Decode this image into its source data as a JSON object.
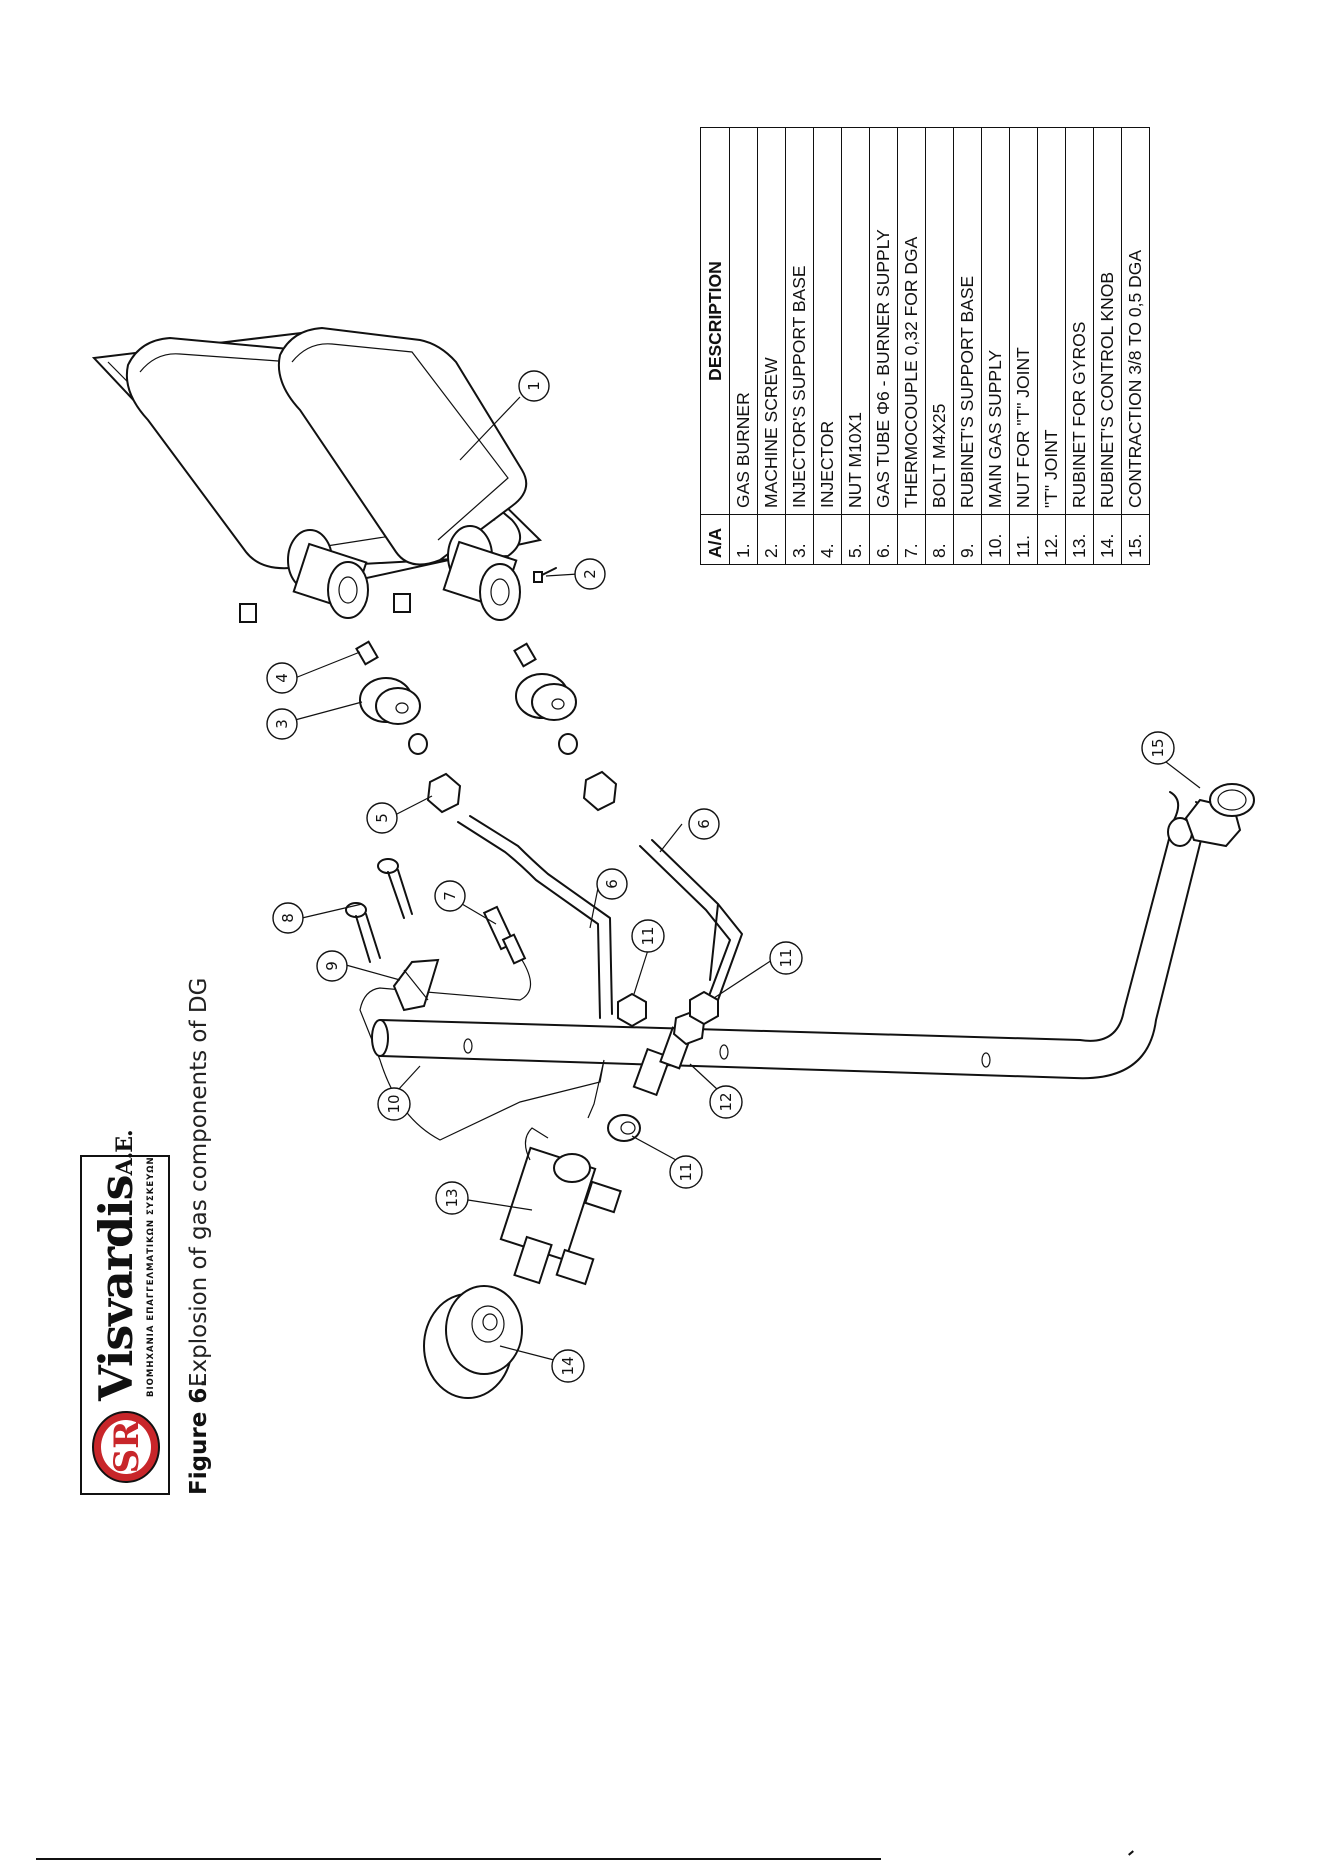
{
  "header": {
    "logo_word": "Visvardis",
    "logo_suffix": "A.E.",
    "logo_subtitle": "ΒΙΟΜΗΧΑΝΙΑ ΕΠΑΓΓΕΛΜΑΤΙΚΩΝ ΣΥΣΚΕΥΩΝ",
    "logo_mark_text": "SR",
    "figure_label": "Figure 6.",
    "figure_caption": "Explosion of gas components of DG"
  },
  "parts_table": {
    "col_aa": "A/A",
    "col_desc": "DESCRIPTION",
    "rows": [
      {
        "aa": "1.",
        "desc": "GAS BURNER"
      },
      {
        "aa": "2.",
        "desc": "MACHINE SCREW"
      },
      {
        "aa": "3.",
        "desc": "INJECTOR'S SUPPORT BASE"
      },
      {
        "aa": "4.",
        "desc": "INJECTOR"
      },
      {
        "aa": "5.",
        "desc": "NUT M10X1"
      },
      {
        "aa": "6.",
        "desc": "GAS TUBE Φ6 - BURNER SUPPLY"
      },
      {
        "aa": "7.",
        "desc": "THERMOCOUPLE 0,32 FOR DGA"
      },
      {
        "aa": "8.",
        "desc": "BOLT M4X25"
      },
      {
        "aa": "9.",
        "desc": "RUBINET'S SUPPORT BASE"
      },
      {
        "aa": "10.",
        "desc": "MAIN GAS SUPPLY"
      },
      {
        "aa": "11.",
        "desc": "NUT FOR \"T\" JOINT"
      },
      {
        "aa": "12.",
        "desc": "\"T\" JOINT"
      },
      {
        "aa": "13.",
        "desc": "RUBINET FOR GYROS"
      },
      {
        "aa": "14.",
        "desc": "RUBINET'S CONTROL KNOB"
      },
      {
        "aa": "15.",
        "desc": "CONTRACTION 3/8 TO 0,5 DGA"
      }
    ]
  },
  "callouts": [
    "1",
    "2",
    "3",
    "4",
    "5",
    "6",
    "6",
    "7",
    "8",
    "9",
    "10",
    "11",
    "11",
    "11",
    "12",
    "13",
    "14",
    "15"
  ]
}
